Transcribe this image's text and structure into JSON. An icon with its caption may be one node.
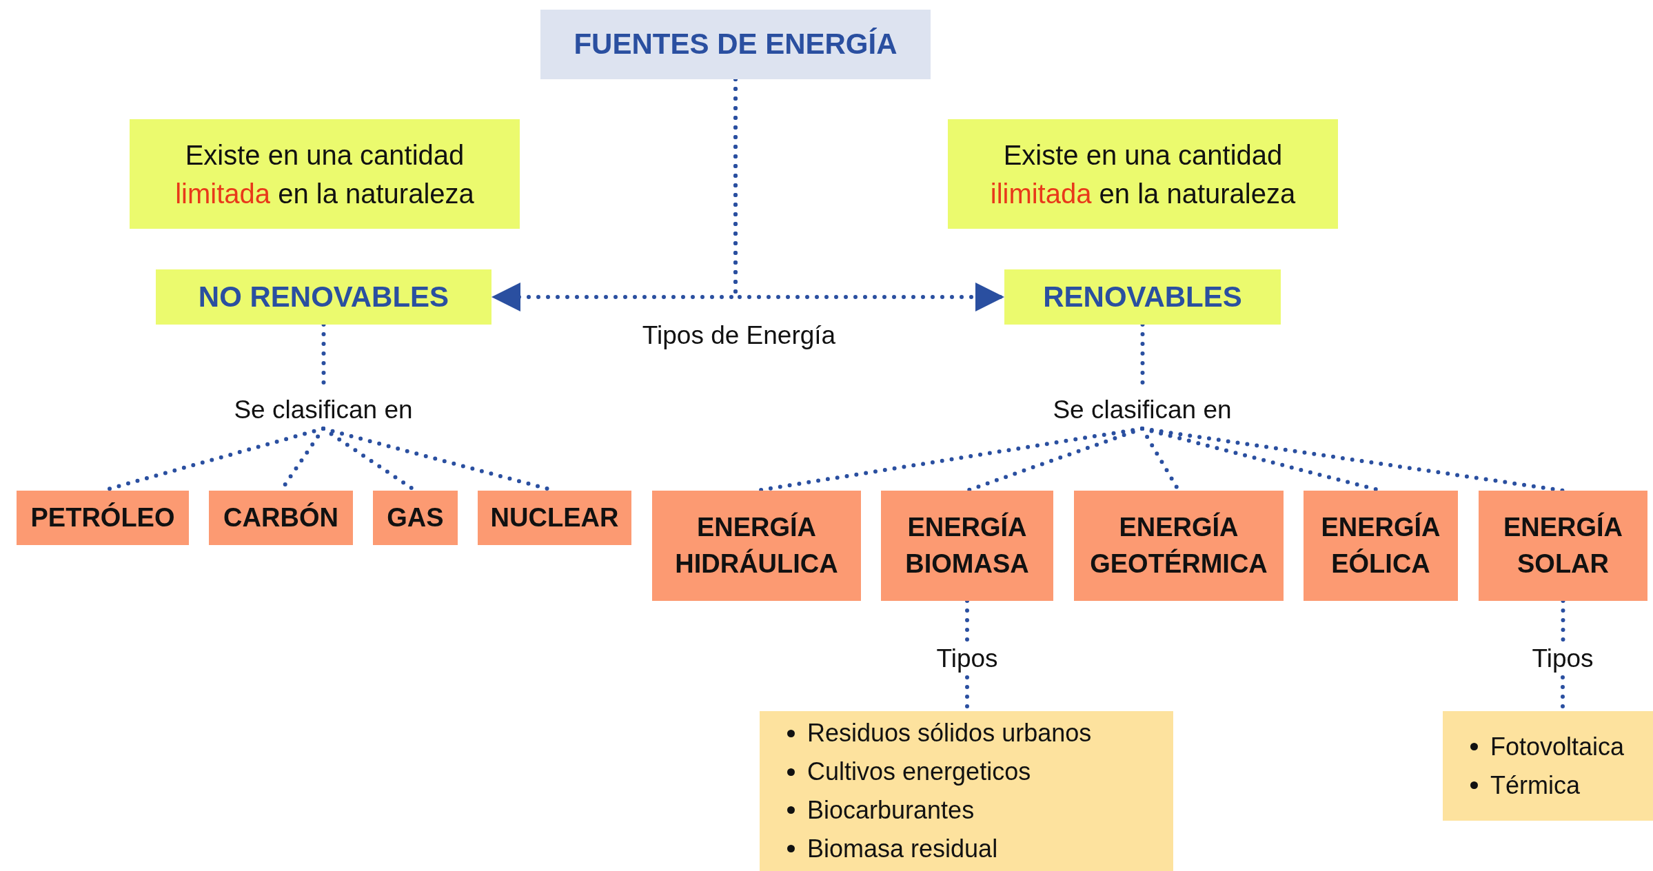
{
  "diagram": {
    "nodes": [
      {
        "text": [
          "FUENTES DE ENERGÍA"
        ]
      },
      {
        "text": [
          "Existe en una cantidad **limitada** en la naturaleza"
        ]
      },
      {
        "text": [
          "NO RENOVABLES"
        ]
      },
      {
        "text": [
          "Existe en una cantidad **ilimitada** en la naturaleza"
        ]
      },
      {
        "text": [
          "RENOVABLES"
        ]
      },
      {
        "text": [
          "Se clasifican en"
        ]
      },
      {
        "text": [
          "PETRÓLEO"
        ]
      },
      {
        "text": [
          "CARBÓN"
        ]
      },
      {
        "text": [
          "GAS"
        ]
      },
      {
        "text": [
          "NUCLEAR"
        ]
      },
      {
        "text": [
          "Se clasifican en"
        ]
      },
      {
        "text": [
          "ENERGÍA HIDRÁULICA"
        ]
      },
      {
        "text": [
          "ENERGÍA BIOMASA"
        ]
      },
      {
        "text": [
          "ENERGÍA GEOTÉRMICA"
        ]
      },
      {
        "text": [
          "ENERGÍA EÓLICA"
        ]
      },
      {
        "text": [
          "ENERGÍA SOLAR"
        ]
      },
      {
        "text": [
          "Tipos"
        ]
      },
      {
        "text": [
          "Tipos"
        ]
      },
      {
        "text": [
          "Residuos sólidos urbanos",
          "Cultivos energeticos",
          "Biocarburantes",
          "Biomasa residual"
        ]
      },
      {
        "text": [
          "Fotovoltaica",
          "Térmica"
        ]
      }
    ],
    "edges": [
      {
        "from": 0,
        "to": 2,
        "arrow": "to"
      },
      {
        "from": 0,
        "to": 4,
        "arrow": "to"
      },
      {
        "from": 2,
        "to": 5,
        "arrow": "none"
      },
      {
        "from": 5,
        "to": 6,
        "arrow": "none"
      },
      {
        "from": 5,
        "to": 7,
        "arrow": "none"
      },
      {
        "from": 5,
        "to": 8,
        "arrow": "none"
      },
      {
        "from": 5,
        "to": 9,
        "arrow": "none"
      },
      {
        "from": 4,
        "to": 10,
        "arrow": "none"
      },
      {
        "from": 10,
        "to": 11,
        "arrow": "none"
      },
      {
        "from": 10,
        "to": 12,
        "arrow": "none"
      },
      {
        "from": 10,
        "to": 13,
        "arrow": "none"
      },
      {
        "from": 10,
        "to": 14,
        "arrow": "none"
      },
      {
        "from": 10,
        "to": 15,
        "arrow": "none"
      },
      {
        "from": 12,
        "to": 16,
        "arrow": "none"
      },
      {
        "from": 16,
        "to": 18,
        "arrow": "none"
      },
      {
        "from": 15,
        "to": 17,
        "arrow": "none"
      },
      {
        "from": 17,
        "to": 19,
        "arrow": "none"
      }
    ],
    "labels": [
      "Tipos de Energía"
    ]
  }
}
